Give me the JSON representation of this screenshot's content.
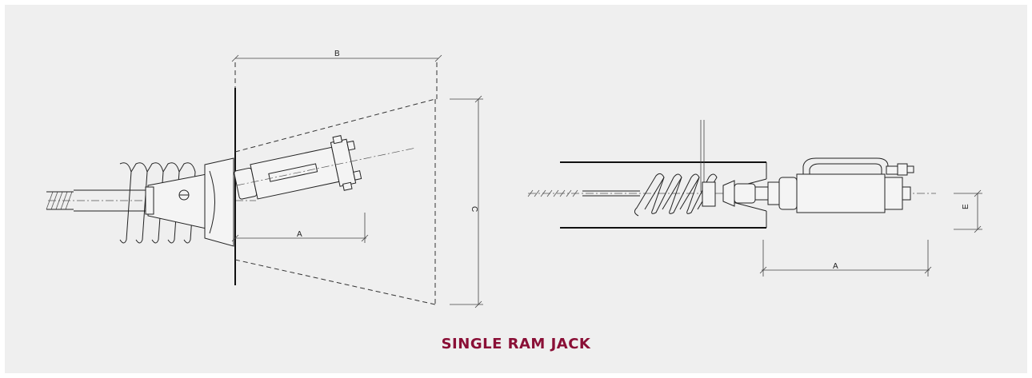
{
  "caption": "SINGLE RAM JACK",
  "dimensions": {
    "left_b": "B",
    "left_a": "A",
    "left_c": "C",
    "right_a": "A",
    "right_e": "E"
  },
  "colors": {
    "background": "#efefef",
    "caption": "#8a0f36",
    "line": "#222222"
  }
}
